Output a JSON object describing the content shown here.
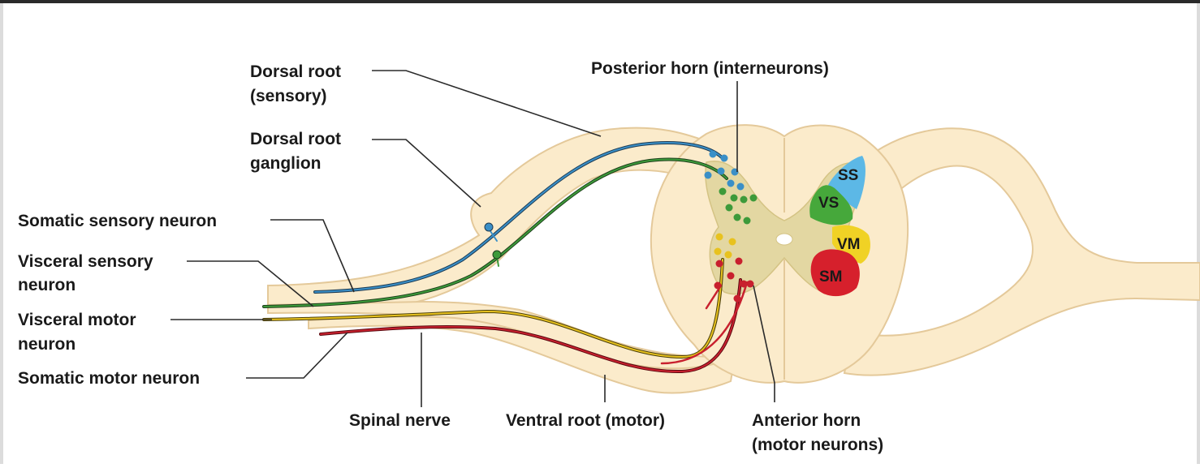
{
  "labels": {
    "dorsal_root": [
      "Dorsal root",
      "(sensory)"
    ],
    "dorsal_root_ganglion": [
      "Dorsal root",
      "ganglion"
    ],
    "somatic_sensory_neuron": [
      "Somatic sensory neuron"
    ],
    "visceral_sensory_neuron": [
      "Visceral sensory",
      "neuron"
    ],
    "visceral_motor_neuron": [
      "Visceral motor",
      "neuron"
    ],
    "somatic_motor_neuron": [
      "Somatic motor neuron"
    ],
    "spinal_nerve": [
      "Spinal nerve"
    ],
    "ventral_root": [
      "Ventral root (motor)"
    ],
    "anterior_horn": [
      "Anterior horn",
      "(motor neurons)"
    ],
    "posterior_horn": [
      "Posterior horn (interneurons)"
    ]
  },
  "zones": {
    "ss": "SS",
    "vs": "VS",
    "vm": "VM",
    "sm": "SM"
  },
  "colors": {
    "nerve_tissue": "#fbebcb",
    "nerve_outline": "#e4c99a",
    "gray_matter": "#e3d7a2",
    "somatic_sensory": "#3a8fc7",
    "visceral_sensory": "#3d9a3a",
    "visceral_motor": "#e8c21f",
    "somatic_motor": "#c8202e",
    "zone_ss": "#5cb8e6",
    "zone_vs": "#46a83b",
    "zone_vm": "#f0d225",
    "zone_sm": "#d6202c"
  }
}
